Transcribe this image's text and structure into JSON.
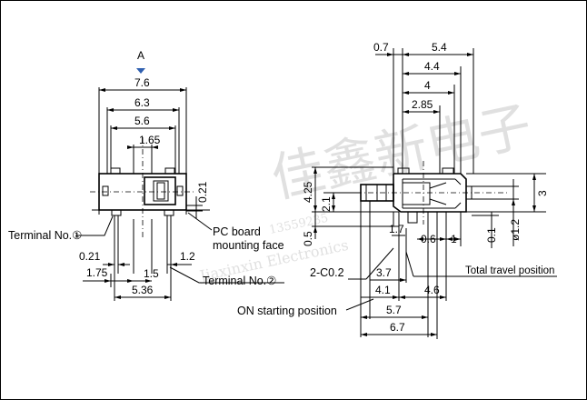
{
  "view_marker": "A",
  "front_view": {
    "dims_top": [
      "7.6",
      "6.3",
      "5.6",
      "1.65"
    ],
    "dim_right": "0.21",
    "dims_bottom": [
      "0.21",
      "1.75",
      "1.5",
      "5.36",
      "1.2"
    ],
    "labels": {
      "terminal_1": "Terminal No.①",
      "pc_board_1": "PC board",
      "pc_board_2": "mounting face",
      "terminal_2": "Terminal No.②"
    }
  },
  "side_view": {
    "dims_top": [
      "0.7",
      "5.4",
      "4.4",
      "4",
      "2.85"
    ],
    "dims_left": [
      "4.25",
      "2.1",
      "0.5"
    ],
    "dims_right": [
      "3",
      "ø1.2",
      "0.1"
    ],
    "dims_mid": [
      "1.7",
      "0.6",
      "1"
    ],
    "dims_bottom": [
      "3.7",
      "4.1",
      "4.6",
      "5.7",
      "6.7"
    ],
    "labels": {
      "chamfer": "2-C0.2",
      "total_travel": "Total travel position",
      "on_starting": "ON starting position"
    }
  },
  "watermark": {
    "chinese": "佳鑫新电子",
    "latin": "Jiaxinxin Electronics",
    "phone": "13559235"
  }
}
